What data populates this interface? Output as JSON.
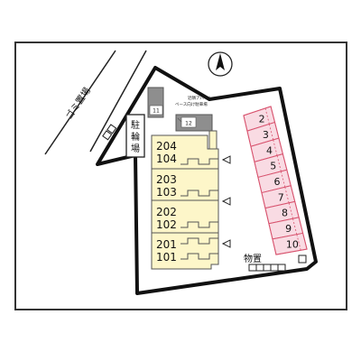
{
  "compass": {
    "north_label": ""
  },
  "labels": {
    "garbage": "ゴミ置場",
    "bicycle": [
      "駐",
      "輪",
      "場"
    ],
    "storage": "物置",
    "parking_note_1": "近隣アパート",
    "parking_note_2": "ベース向け駐車場"
  },
  "small_spaces": [
    "11",
    "12"
  ],
  "units": [
    {
      "upper": "204",
      "lower": "104"
    },
    {
      "upper": "203",
      "lower": "103"
    },
    {
      "upper": "202",
      "lower": "102"
    },
    {
      "upper": "201",
      "lower": "101"
    }
  ],
  "parking_spaces": [
    "2",
    "3",
    "4",
    "5",
    "6",
    "7",
    "8",
    "9",
    "10"
  ],
  "colors": {
    "building_fill": "#fdf6c9",
    "parking_fill": "#f9dbe3",
    "parking_stroke": "#d8546f",
    "outline": "#111111",
    "gray_block": "#8e8e8e"
  }
}
